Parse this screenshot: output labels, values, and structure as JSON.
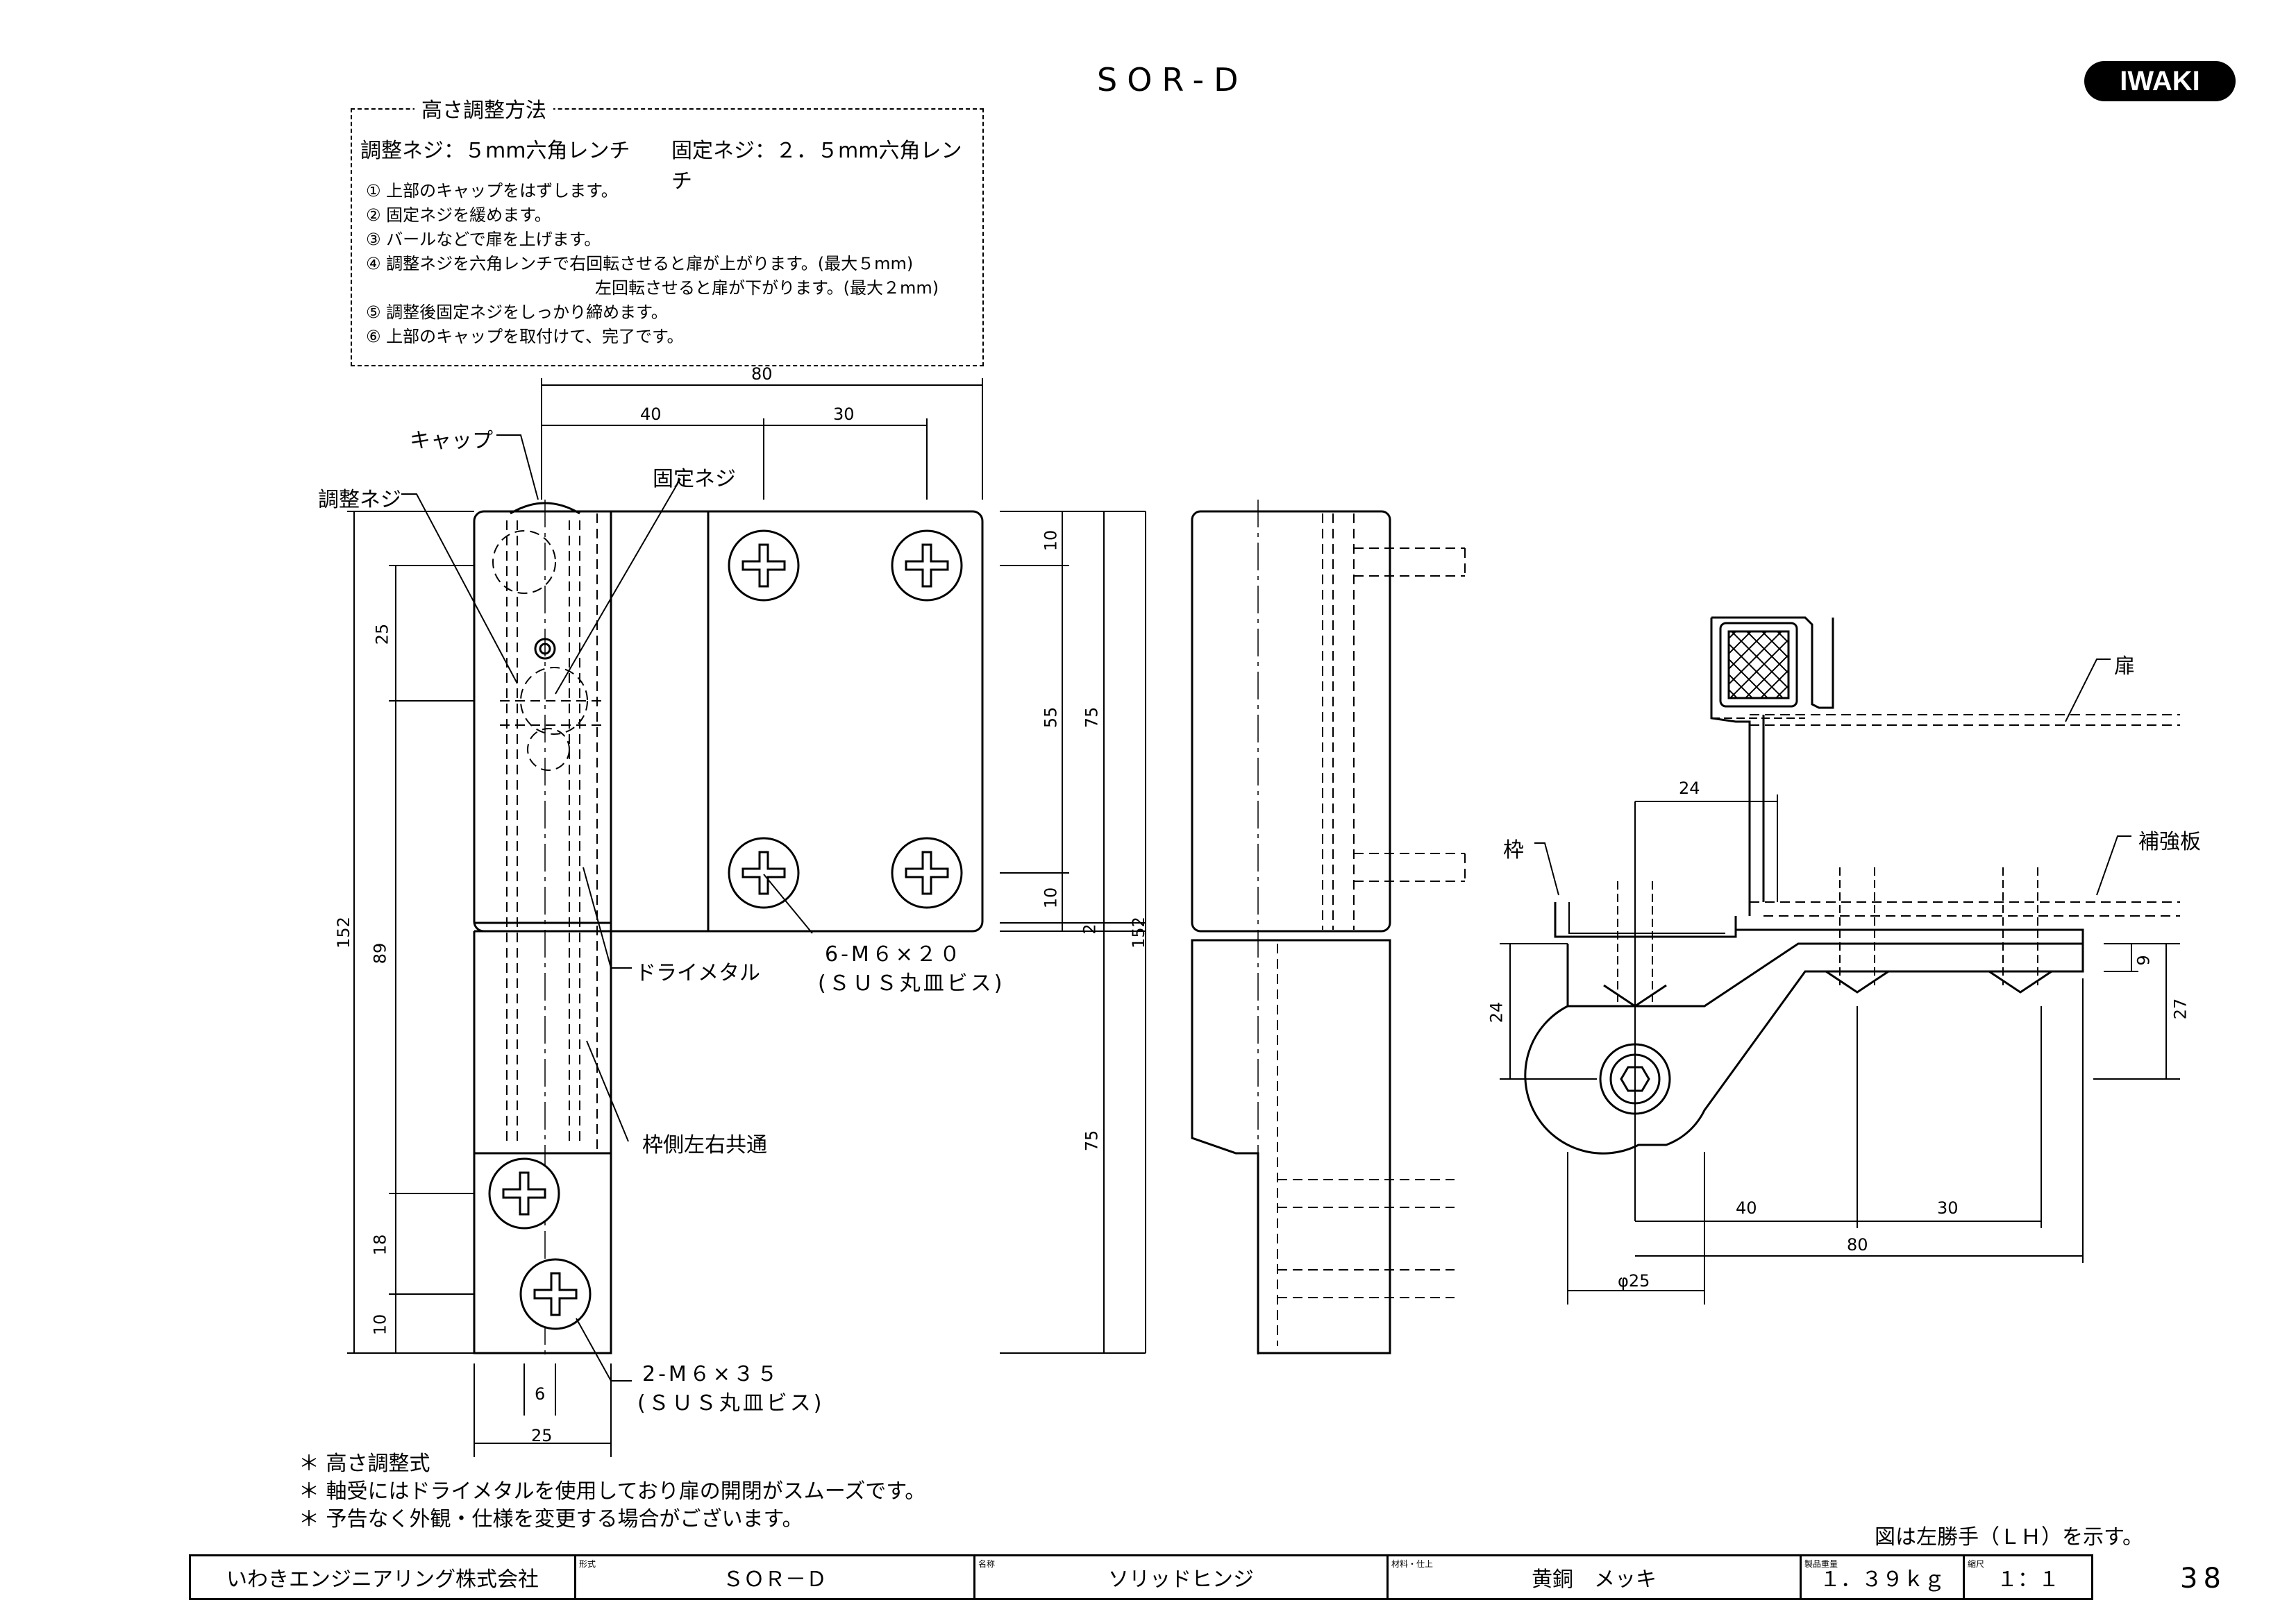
{
  "header": {
    "model": "SOR-D",
    "logo": "IWAKI"
  },
  "adjust_box": {
    "title": "高さ調整方法",
    "adjust_screw": "調整ネジ：５mm六角レンチ",
    "fix_screw": "固定ネジ：２．５mm六角レンチ",
    "steps": [
      "① 上部のキャップをはずします。",
      "② 固定ネジを緩めます。",
      "③ バールなどで扉を上げます。",
      "④ 調整ネジを六角レンチで右回転させると扉が上がります。(最大５mm)",
      "左回転させると扉が下がります。(最大２mm)",
      "⑤ 調整後固定ネジをしっかり締めます。",
      "⑥ 上部のキャップを取付けて、完了です。"
    ]
  },
  "labels": {
    "cap": "キャップ",
    "adjust_screw": "調整ネジ",
    "fix_screw": "固定ネジ",
    "dry_metal": "ドライメタル",
    "screw6_a": "6-M６×２０",
    "screw6_b": "(ＳＵＳ丸皿ビス)",
    "frame_common": "枠側左右共通",
    "screw2_a": "2-M６×３５",
    "screw2_b": "(ＳＵＳ丸皿ビス)",
    "door": "扉",
    "frame": "枠",
    "reinforce": "補強板"
  },
  "dimensions": {
    "d80": "80",
    "d40": "40",
    "d30": "30",
    "d25": "25",
    "d152": "152",
    "d89": "89",
    "d18": "18",
    "d10": "10",
    "d6": "6",
    "d25w": "25",
    "d55": "55",
    "d75": "75",
    "d2": "2",
    "d24": "24",
    "d9": "9",
    "d27": "27",
    "phi25": "φ25"
  },
  "notes": [
    "＊ 高さ調整式",
    "＊ 軸受にはドライメタルを使用しており扉の開閉がスムーズです。",
    "＊ 予告なく外観・仕様を変更する場合がございます。"
  ],
  "lh_note": "図は左勝手（ＬＨ）を示す。",
  "title_block": {
    "company": "いわきエンジニアリング株式会社",
    "model_label": "形式",
    "model": "ＳＯＲ－Ｄ",
    "name_label": "名称",
    "name": "ソリッドヒンジ",
    "material_label": "材料・仕上",
    "material": "黄銅　メッキ",
    "weight_label": "製品重量",
    "weight": "１．３９ｋｇ",
    "scale_label": "縮尺",
    "scale": "１：１"
  },
  "page_number": "38"
}
